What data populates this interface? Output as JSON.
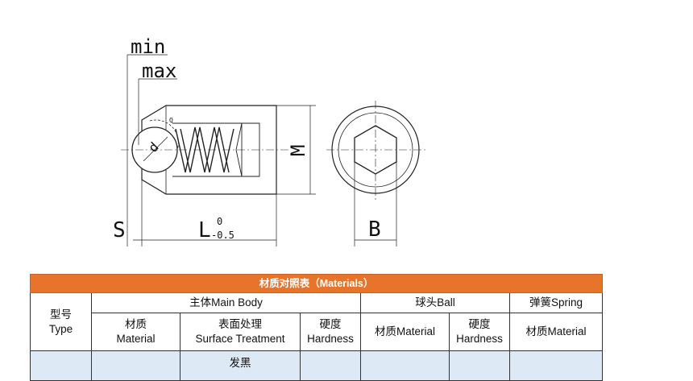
{
  "drawing": {
    "labels": {
      "min": "min",
      "max": "max",
      "s": "S",
      "l": "L",
      "l_tol_upper": "0",
      "l_tol_lower": "-0.5",
      "m": "M",
      "b": "B",
      "d": "d",
      "q": "Q"
    }
  },
  "table": {
    "title": "材质对照表（Materials）",
    "type_header": [
      "型号",
      "Type"
    ],
    "groups": {
      "main_body": "主体Main Body",
      "ball": "球头Ball",
      "spring": "弹簧Spring"
    },
    "columns": {
      "material": [
        "材质",
        "Material"
      ],
      "surface": [
        "表面处理",
        "Surface Treatment"
      ],
      "hardness": [
        "硬度",
        "Hardness"
      ],
      "ball_material": "材质Material",
      "ball_hardness": [
        "硬度",
        "Hardness"
      ],
      "spring_material": "材质Material"
    },
    "partial_row": {
      "surface": "发黑"
    }
  },
  "colors": {
    "title_bar": "#e8732a",
    "data_row": "#dde9f5",
    "line": "#222222"
  }
}
